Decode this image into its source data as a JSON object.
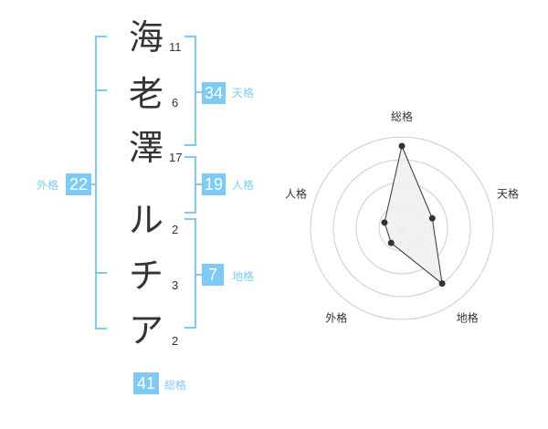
{
  "name": {
    "characters": [
      {
        "char": "海",
        "strokes": "11"
      },
      {
        "char": "老",
        "strokes": "6"
      },
      {
        "char": "澤",
        "strokes": "17"
      },
      {
        "char": "ル",
        "strokes": "2"
      },
      {
        "char": "チ",
        "strokes": "3"
      },
      {
        "char": "ア",
        "strokes": "2"
      }
    ]
  },
  "fortunes": {
    "tenkaku": {
      "value": "34",
      "label": "天格"
    },
    "jinkaku": {
      "value": "19",
      "label": "人格"
    },
    "chikaku": {
      "value": "7",
      "label": "地格"
    },
    "gaikaku": {
      "value": "22",
      "label": "外格"
    },
    "soukaku": {
      "value": "41",
      "label": "総格"
    }
  },
  "radar": {
    "axes": [
      "総格",
      "天格",
      "地格",
      "外格",
      "人格"
    ],
    "values": [
      0.9,
      0.35,
      0.75,
      0.2,
      0.2
    ],
    "max": 1
  },
  "colors": {
    "accent": "#7dcbf5",
    "text": "#333333",
    "grid": "#cccccc",
    "fill": "#f0f0f0",
    "line": "#333333"
  }
}
